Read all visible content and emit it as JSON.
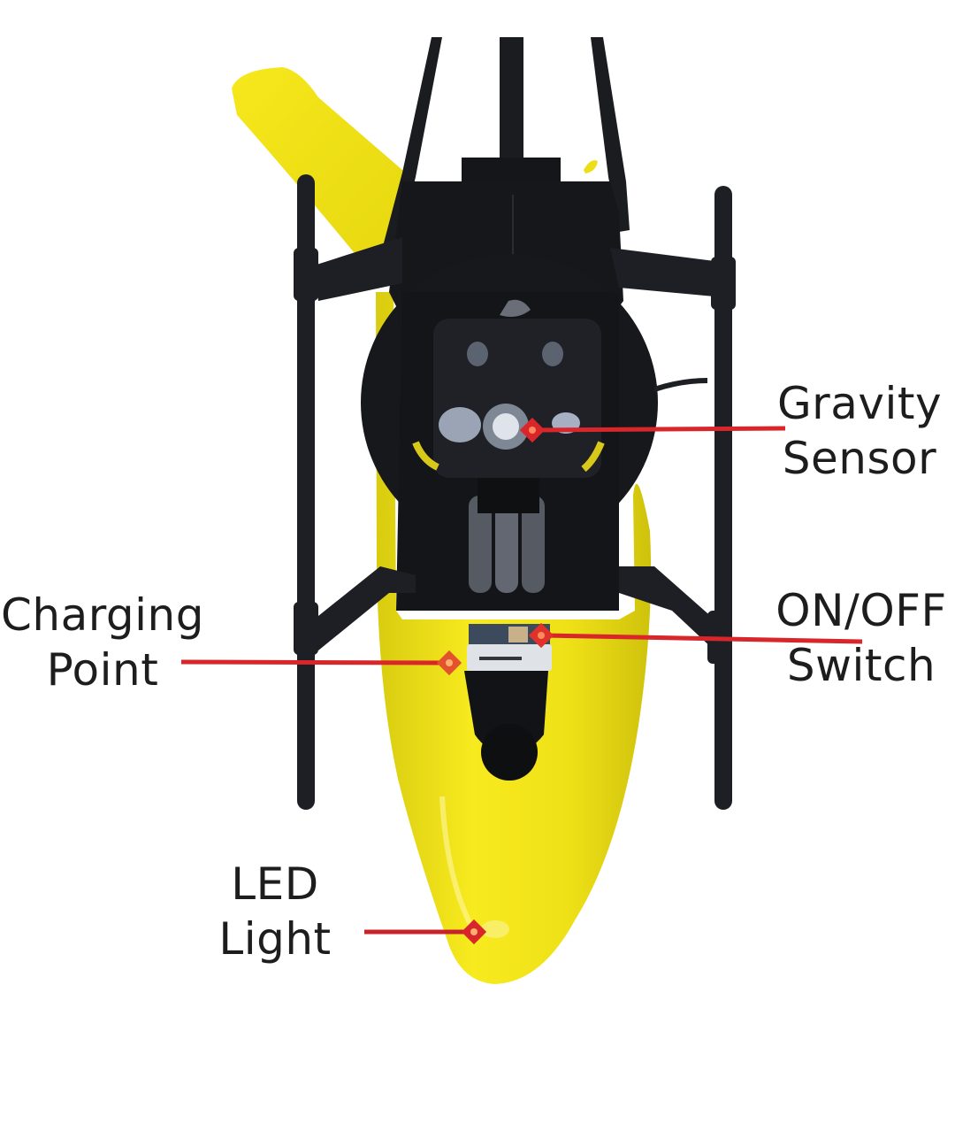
{
  "diagram": {
    "subject": "RC helicopter (front/underside view)",
    "annotation_color": "#d8262b",
    "body_color": "#f2e51a",
    "frame_color": "#1b1d22",
    "background": "#ffffff"
  },
  "labels": {
    "gravity_sensor": {
      "line1": "Gravity",
      "line2": "Sensor"
    },
    "charging_point": {
      "line1": "Charging",
      "line2": "Point"
    },
    "on_off_switch": {
      "line1": "ON/OFF",
      "line2": "Switch"
    },
    "led_light": {
      "line1": "LED",
      "line2": "Light"
    }
  },
  "callouts": [
    {
      "id": "gravity_sensor",
      "marker": [
        602,
        486
      ],
      "line_end": [
        888,
        484
      ]
    },
    {
      "id": "charging_point",
      "marker": [
        508,
        749
      ],
      "line_end": [
        205,
        748
      ]
    },
    {
      "id": "on_off_switch",
      "marker": [
        612,
        718
      ],
      "line_end": [
        975,
        725
      ]
    },
    {
      "id": "led_light",
      "marker": [
        536,
        1053
      ],
      "line_end": [
        412,
        1053
      ]
    }
  ]
}
